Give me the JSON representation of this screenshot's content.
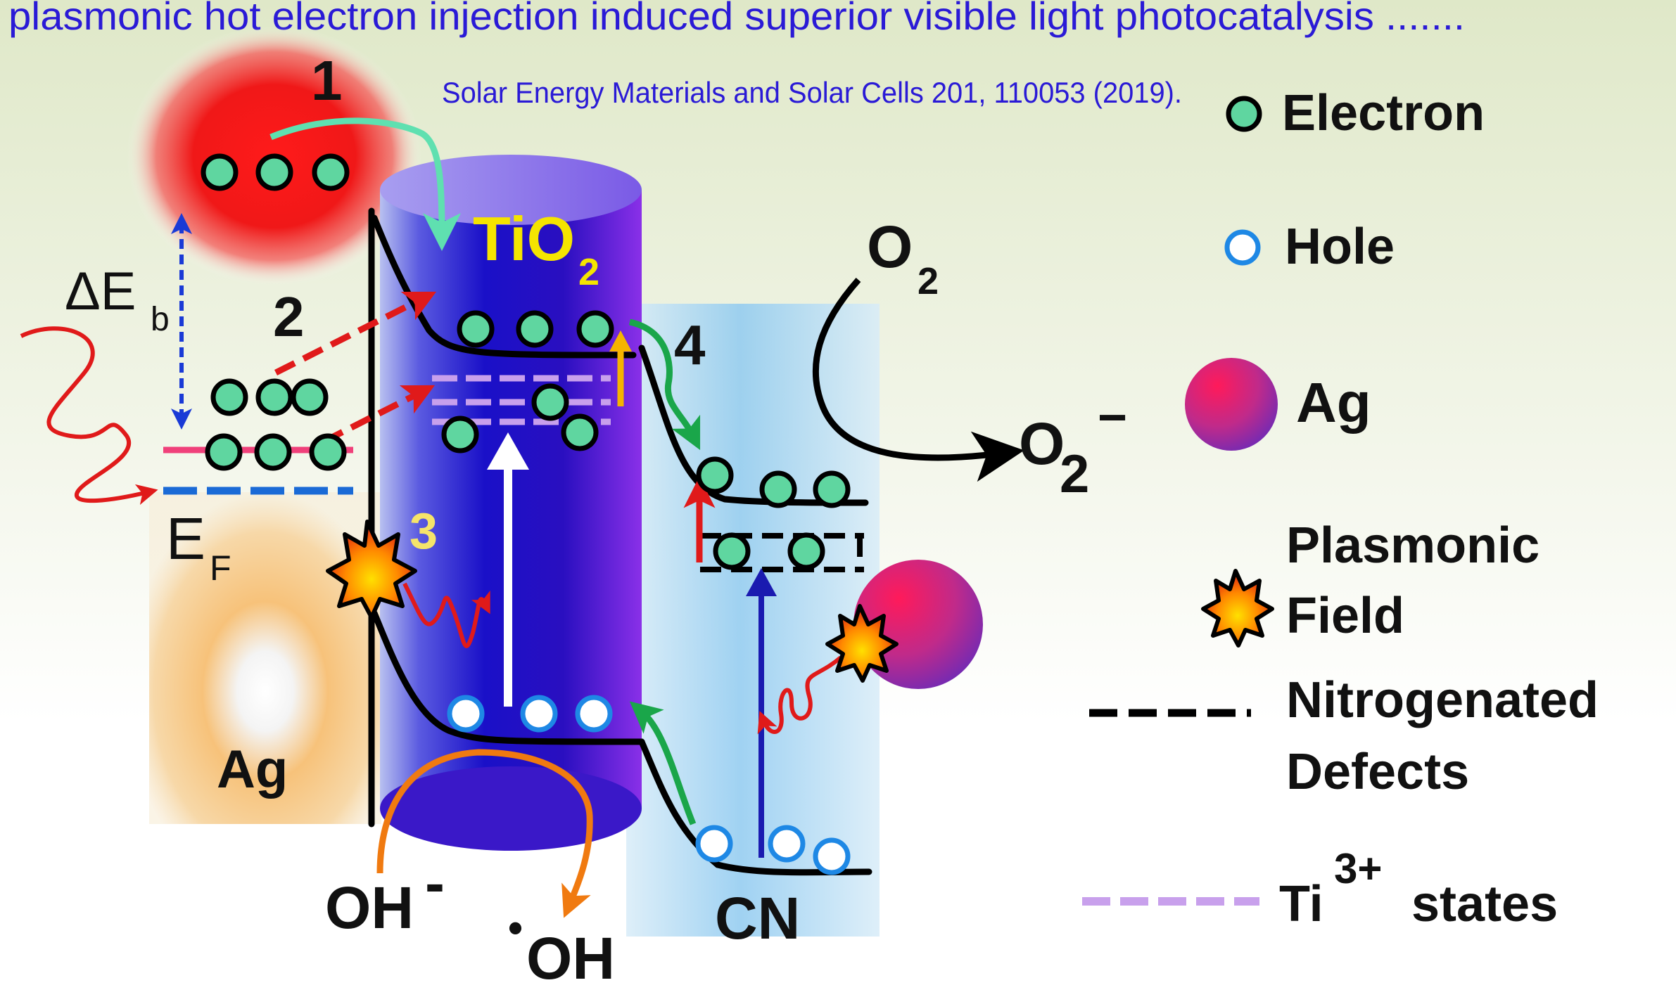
{
  "header": {
    "title": "plasmonic hot electron injection induced superior visible light photocatalysis .......",
    "citation": "Solar Energy Materials and Solar Cells 201, 110053 (2019)."
  },
  "diagram": {
    "step_1": "1",
    "step_2": "2",
    "step_3": "3",
    "step_4": "4",
    "delta_e": "ΔE",
    "delta_e_sub": "b",
    "fermi": "E",
    "fermi_sub": "F",
    "ag_label": "Ag",
    "tio2_main": "TiO",
    "tio2_sub": "2",
    "cn_label": "CN",
    "o2_main": "O",
    "o2_sub": "2",
    "superoxide_main": "O",
    "superoxide_sub": "2",
    "superoxide_charge": "−",
    "hydroxide_main": "OH",
    "hydroxide_charge": "-",
    "radical_dot": "•",
    "radical_main": "OH"
  },
  "legend": {
    "electron": "Electron",
    "hole": "Hole",
    "ag": "Ag",
    "plasmonic_line1": "Plasmonic",
    "plasmonic_line2": "Field",
    "defects_line1": "Nitrogenated",
    "defects_line2": "Defects",
    "ti_main": "Ti",
    "ti_sup": "3+",
    "ti_rest": " states"
  },
  "colors": {
    "title_blue": "#2a1ad6",
    "electron_fill": "#5fd6a0",
    "hole_stroke": "#1e88e5",
    "tio2_label": "#f5e400",
    "step3_label": "#f5e46a",
    "cyan_arrow": "#5fe0b0",
    "red_arrow": "#e01a1a",
    "green_arrow": "#1aa64a",
    "yellow_arrow": "#f5b400",
    "orange_arrow": "#f07a10",
    "navy_arrow": "#1a1ab0",
    "blue_dashed": "#1a3ad6",
    "pink_level": "#f0407a",
    "fermi_dash": "#1a6ad6",
    "ti3_dash": "#c8a0ec"
  }
}
